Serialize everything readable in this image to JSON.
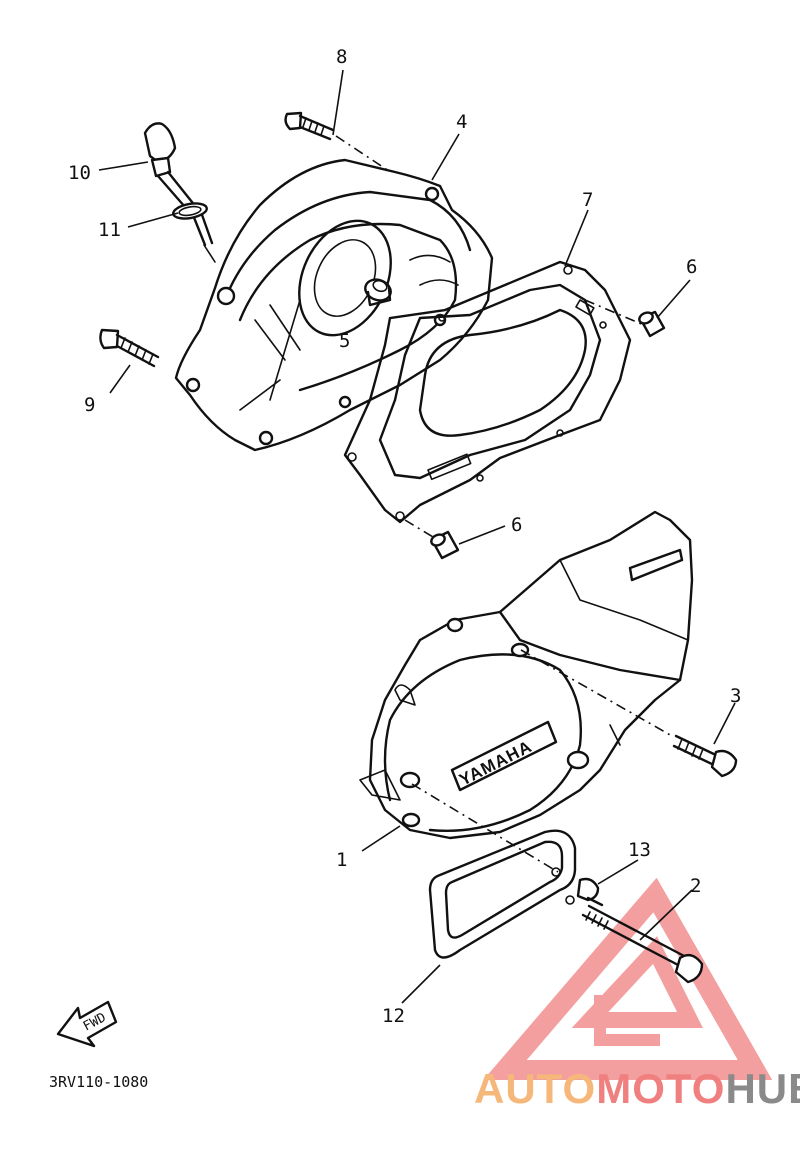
{
  "callouts": {
    "c1": "1",
    "c2": "2",
    "c3": "3",
    "c4": "4",
    "c5": "5",
    "c6a": "6",
    "c6b": "6",
    "c7": "7",
    "c8": "8",
    "c9": "9",
    "c10": "10",
    "c11": "11",
    "c12": "12",
    "c13": "13"
  },
  "cover_emblem": "YAMAHA",
  "fwd_label": "FWD",
  "diagram_code": "3RV110-1080",
  "watermark": {
    "part1": "AUTO",
    "part2": "MOTO",
    "part3": "HUB",
    "triangle_color": "#f08080"
  }
}
